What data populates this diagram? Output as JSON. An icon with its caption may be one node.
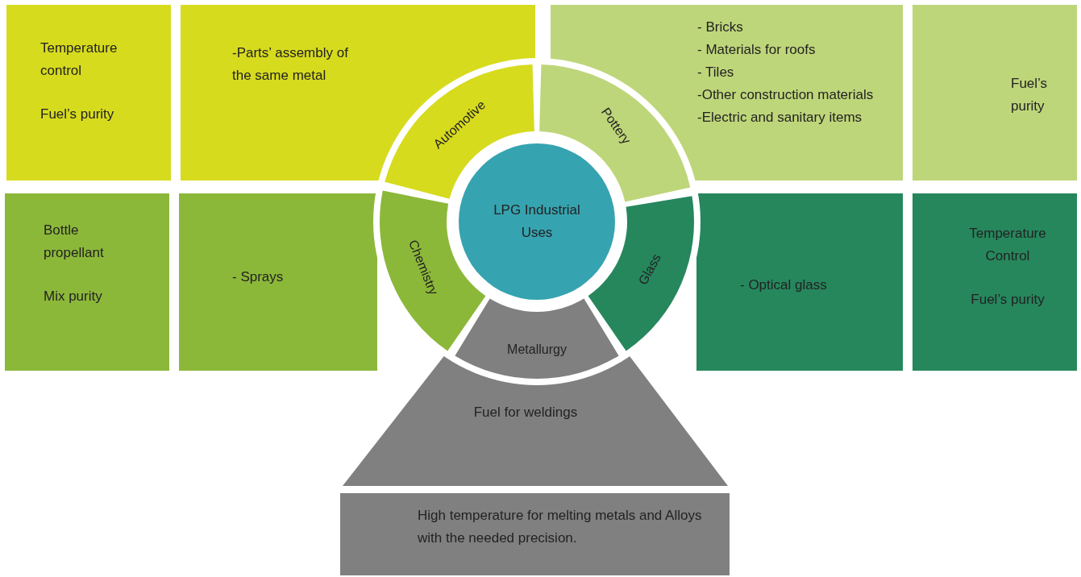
{
  "diagram": {
    "nodes": [
      {
        "text": [
          "Temperature control",
          "Fuel’s purity"
        ]
      },
      {
        "text": [
          "-Parts’ assembly of the same metal"
        ]
      },
      {
        "text": [
          "- Bricks",
          "- Materials for roofs",
          "- Tiles",
          "-Other construction materials",
          "-Electric and sanitary items"
        ]
      },
      {
        "text": [
          "Fuel’s purity"
        ]
      },
      {
        "text": [
          "Bottle propellant",
          "Mix purity"
        ]
      },
      {
        "text": [
          "- Sprays"
        ]
      },
      {
        "text": [
          "- Optical glass"
        ]
      },
      {
        "text": [
          "Temperature Control",
          "Fuel’s purity"
        ]
      },
      {
        "text": [
          "LPG Industrial Uses"
        ]
      },
      {
        "text": [
          "Automotive"
        ]
      },
      {
        "text": [
          "Pottery"
        ]
      },
      {
        "text": [
          "Chemistry"
        ]
      },
      {
        "text": [
          "Glass"
        ]
      },
      {
        "text": [
          "Metallurgy"
        ]
      },
      {
        "text": [
          "Fuel for weldings"
        ]
      },
      {
        "text": [
          "High temperature for melting metals and Alloys with the needed precision."
        ]
      }
    ],
    "edges": []
  }
}
